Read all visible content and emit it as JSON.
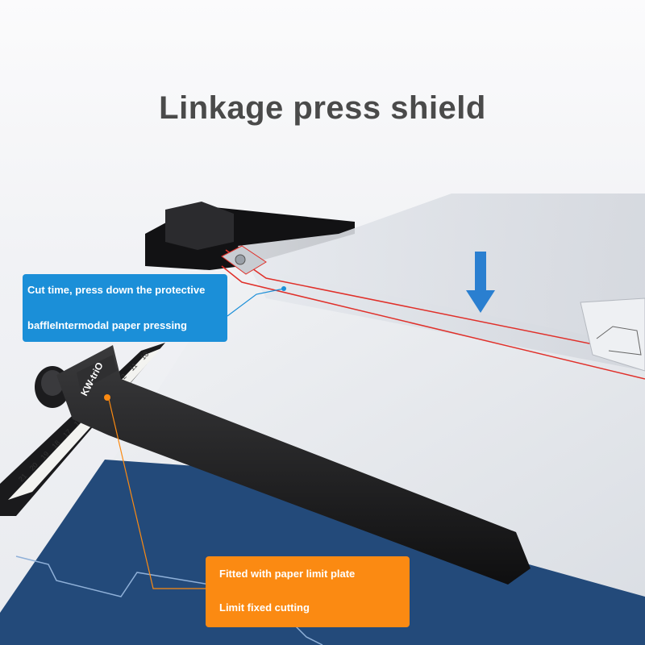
{
  "headline": "Linkage press shield",
  "callouts": {
    "press_shield": {
      "line1": "Cut time, press down the protective",
      "line2": "baffleIntermodal paper pressing"
    },
    "limit_plate": {
      "line1": "Fitted with paper limit plate",
      "line2": "Limit fixed cutting"
    }
  },
  "brand": "KW-triO",
  "ruler_numbers": [
    "21",
    "20",
    "19",
    "18",
    "17",
    "16",
    "15",
    "14",
    "13",
    "12",
    "11",
    "10"
  ],
  "colors": {
    "blue_callout": "#1b8fd8",
    "orange_callout": "#fb8a12",
    "title_gray": "#4a4a4a",
    "base_navy": "#234a7a",
    "arrow_blue": "#2a7fd0",
    "shield_red_line": "#e0302a"
  },
  "icons": [
    "down-arrow-icon",
    "adjustment-knob-icon"
  ]
}
